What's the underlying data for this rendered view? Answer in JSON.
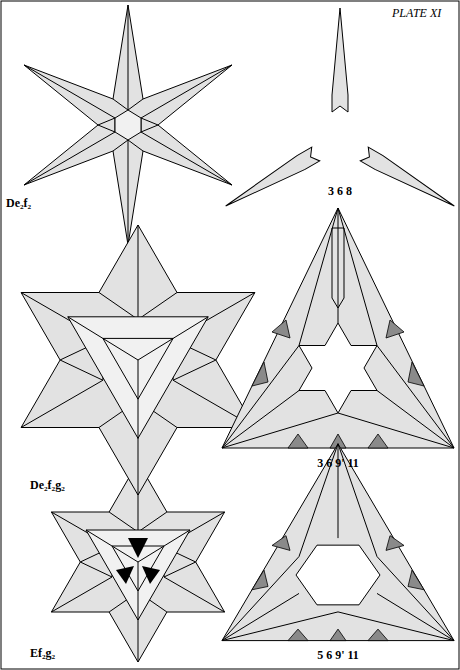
{
  "diagram": {
    "labels": [
      "PLATE XI",
      "De₂f₂",
      "3 6 8",
      "De₂f₂g₂",
      "3 6 9' 11",
      "Ef₂g₂",
      "5 6 9' 11"
    ]
  }
}
